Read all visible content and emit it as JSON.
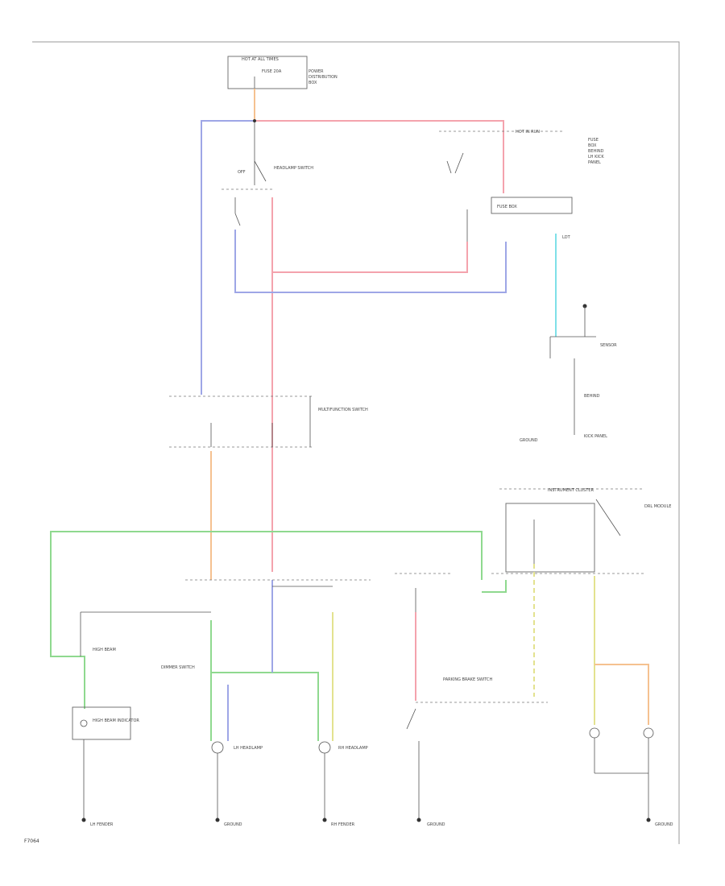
{
  "footer_code": "F7064",
  "colors": {
    "red": "#f4a3ad",
    "blue": "#9ea6e6",
    "green": "#8fd98f",
    "orange": "#f5c190",
    "yellow": "#e3e28f",
    "cyan": "#7fe0e8",
    "frame": "#9a9a9a"
  },
  "labels": {
    "hot_at_all_times": "HOT AT ALL TIMES",
    "fuse_20a": "FUSE 20A",
    "power_dist": "POWER DISTRIBUTION BOX",
    "hot_in_run": "HOT IN RUN",
    "fuse_box": "FUSE BOX",
    "headlamp_switch": "HEADLAMP SWITCH",
    "dimmer_switch": "DIMMER SWITCH",
    "multifunction_switch": "MULTIFUNCTION SWITCH",
    "lh_headlamp": "LH HEADLAMP",
    "rh_headlamp": "RH HEADLAMP",
    "high_beam_indicator": "HIGH BEAM INDICATOR",
    "instrument_cluster": "INSTRUMENT CLUSTER",
    "drl_module": "DRL MODULE",
    "parking_brake_switch": "PARKING BRAKE SWITCH",
    "ground": "GROUND",
    "lh_fender": "LH FENDER",
    "rh_fender": "RH FENDER",
    "behind_lh_kick_panel": "BEHIND LH KICK PANEL",
    "sensor": "SENSOR",
    "ldt": "LDT"
  }
}
